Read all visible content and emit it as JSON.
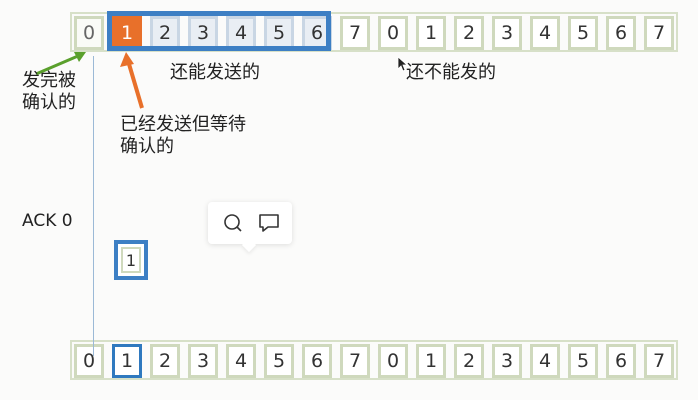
{
  "top_sequence": {
    "cells": [
      {
        "num": "0",
        "state": "acked"
      },
      {
        "num": "1",
        "state": "sent-unacked"
      },
      {
        "num": "2",
        "state": "sendable"
      },
      {
        "num": "3",
        "state": "sendable"
      },
      {
        "num": "4",
        "state": "sendable"
      },
      {
        "num": "5",
        "state": "sendable"
      },
      {
        "num": "6",
        "state": "sendable"
      },
      {
        "num": "7",
        "state": "normal"
      },
      {
        "num": "0",
        "state": "normal"
      },
      {
        "num": "1",
        "state": "normal"
      },
      {
        "num": "2",
        "state": "normal"
      },
      {
        "num": "3",
        "state": "normal"
      },
      {
        "num": "4",
        "state": "normal"
      },
      {
        "num": "5",
        "state": "normal"
      },
      {
        "num": "6",
        "state": "normal"
      },
      {
        "num": "7",
        "state": "normal"
      }
    ]
  },
  "bottom_sequence": {
    "cells": [
      {
        "num": "0",
        "state": "normal"
      },
      {
        "num": "1",
        "state": "highlight"
      },
      {
        "num": "2",
        "state": "normal"
      },
      {
        "num": "3",
        "state": "normal"
      },
      {
        "num": "4",
        "state": "normal"
      },
      {
        "num": "5",
        "state": "normal"
      },
      {
        "num": "6",
        "state": "normal"
      },
      {
        "num": "7",
        "state": "normal"
      },
      {
        "num": "0",
        "state": "normal"
      },
      {
        "num": "1",
        "state": "normal"
      },
      {
        "num": "2",
        "state": "normal"
      },
      {
        "num": "3",
        "state": "normal"
      },
      {
        "num": "4",
        "state": "normal"
      },
      {
        "num": "5",
        "state": "normal"
      },
      {
        "num": "6",
        "state": "normal"
      },
      {
        "num": "7",
        "state": "normal"
      }
    ]
  },
  "labels": {
    "acked": "发完被确认的",
    "sent_waiting": "已经发送但等待确认的",
    "can_send": "还能发送的",
    "cannot_send": "还不能发的",
    "ack": "ACK 0"
  },
  "packet": {
    "num": "1"
  },
  "toolbar": {
    "search_icon": "search-icon",
    "comment_icon": "comment-icon"
  },
  "colors": {
    "window_border": "#3d7fc4",
    "sent_unacked_fill": "#e8702a",
    "green_arrow": "#5aa02c",
    "orange_arrow": "#e8702a"
  }
}
